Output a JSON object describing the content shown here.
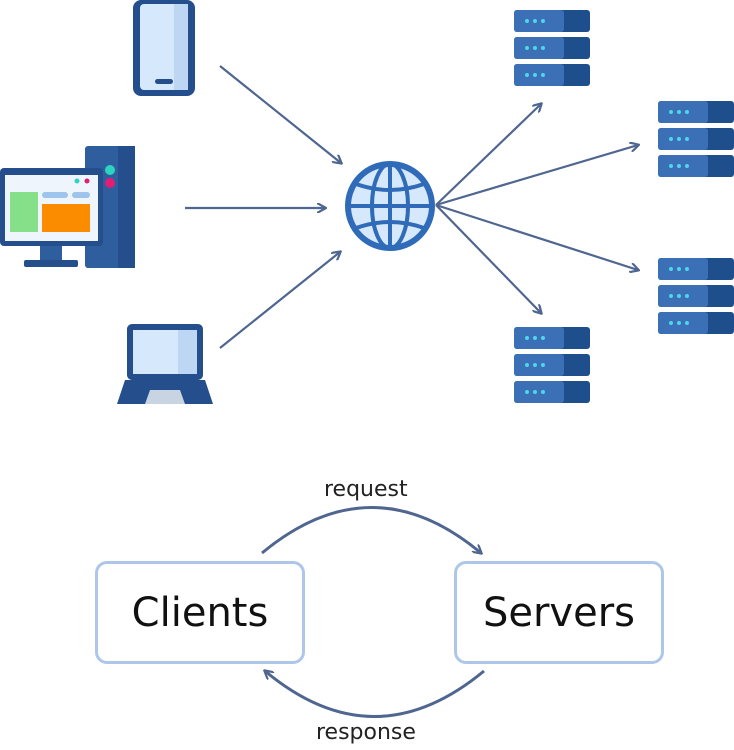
{
  "nodes": {
    "clients": "Clients",
    "servers": "Servers"
  },
  "flows": {
    "request": "request",
    "response": "response"
  },
  "icons": {
    "clients": [
      "smartphone-icon",
      "desktop-computer-icon",
      "laptop-icon"
    ],
    "hub": "globe-icon",
    "servers": [
      "server-rack-icon",
      "server-rack-icon",
      "server-rack-icon",
      "server-rack-icon"
    ]
  },
  "colors": {
    "arrow": "#4f6690",
    "server_dark": "#1f4e8c",
    "server_light": "#3b6fb6",
    "server_led": "#4fd6e8",
    "device_dark": "#244e8c",
    "device_screen": "#d6e8fb",
    "globe": "#2f6bb8",
    "box_border": "#aec6e8"
  }
}
